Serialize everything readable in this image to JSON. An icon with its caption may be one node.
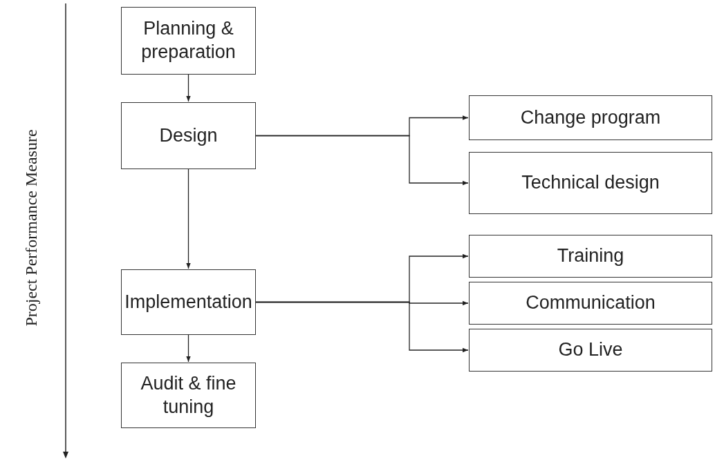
{
  "diagram": {
    "nodes": [
      {
        "text": [
          "Planning & preparation"
        ]
      },
      {
        "text": [
          "Design"
        ]
      },
      {
        "text": [
          "Change program"
        ]
      },
      {
        "text": [
          "Technical design"
        ]
      },
      {
        "text": [
          "Implementation"
        ]
      },
      {
        "text": [
          "Training"
        ]
      },
      {
        "text": [
          "Communication"
        ]
      },
      {
        "text": [
          "Go Live"
        ]
      },
      {
        "text": [
          "Audit & fine tuning"
        ]
      }
    ],
    "edges": [
      {
        "from": 0,
        "to": 1,
        "arrow": "to"
      },
      {
        "from": 1,
        "to": 2,
        "arrow": "to"
      },
      {
        "from": 1,
        "to": 3,
        "arrow": "to"
      },
      {
        "from": 1,
        "to": 4,
        "arrow": "to"
      },
      {
        "from": 4,
        "to": 5,
        "arrow": "to"
      },
      {
        "from": 4,
        "to": 6,
        "arrow": "to"
      },
      {
        "from": 4,
        "to": 7,
        "arrow": "to"
      },
      {
        "from": 4,
        "to": 8,
        "arrow": "to"
      }
    ],
    "labels": [
      "Project Performance Measure"
    ]
  }
}
